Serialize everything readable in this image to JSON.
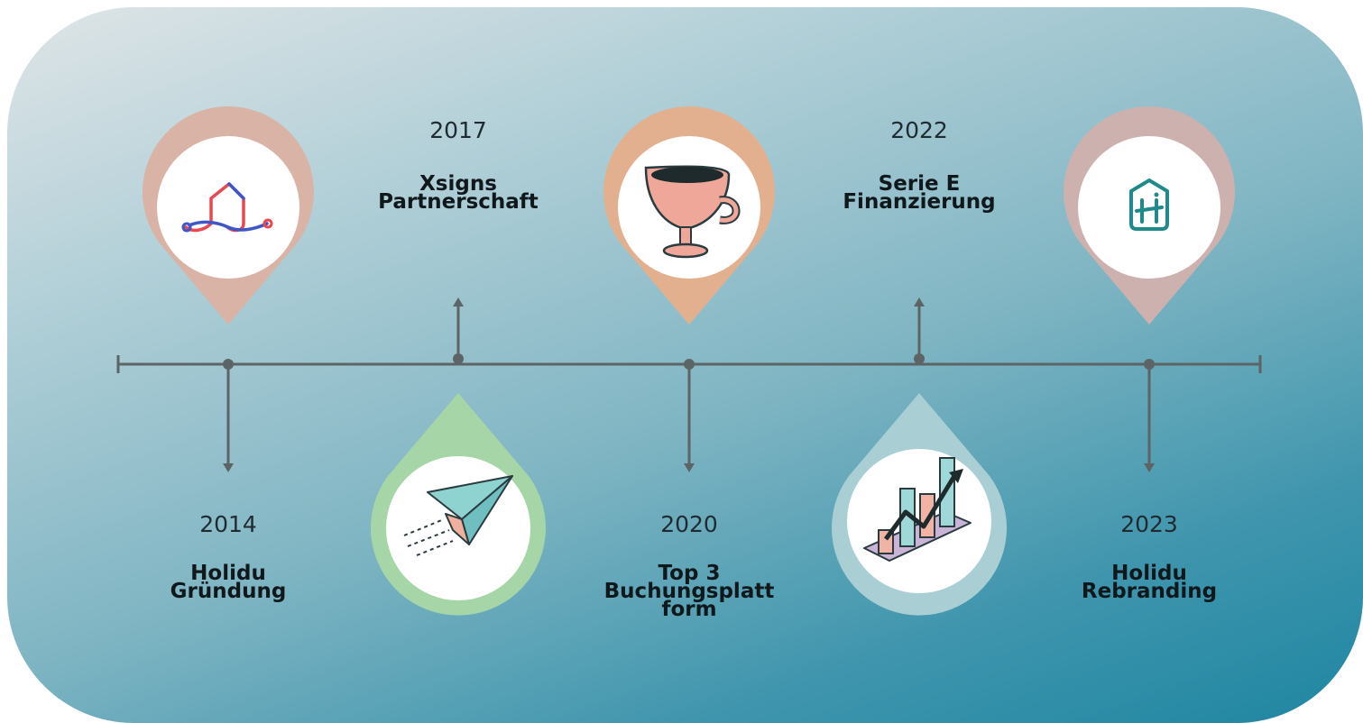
{
  "milestones": [
    {
      "year": "2014",
      "title": "Holidu\nGründung",
      "icon": "holidu-house-logo-icon"
    },
    {
      "year": "2017",
      "title": "Xsigns\nPartnerschaft",
      "icon": "paper-plane-icon"
    },
    {
      "year": "2020",
      "title": "Top 3\nBuchungsplatt\nform",
      "icon": "trophy-cup-icon"
    },
    {
      "year": "2022",
      "title": "Serie E\nFinanzierung",
      "icon": "growth-chart-icon"
    },
    {
      "year": "2023",
      "title": "Holidu\nRebranding",
      "icon": "holidu-h-logo-icon"
    }
  ],
  "colors": {
    "pin_rose": "#d9b3a6",
    "pin_peach": "#e3b08f",
    "pin_mauve": "#cdb1ae",
    "pin_green": "#a6d6a8",
    "pin_teal_light": "#a9cfd5",
    "axis": "#5d6466",
    "holidu_red": "#e8484f",
    "holidu_blue": "#3d57c8",
    "holidu_teal": "#1e8a8a"
  }
}
